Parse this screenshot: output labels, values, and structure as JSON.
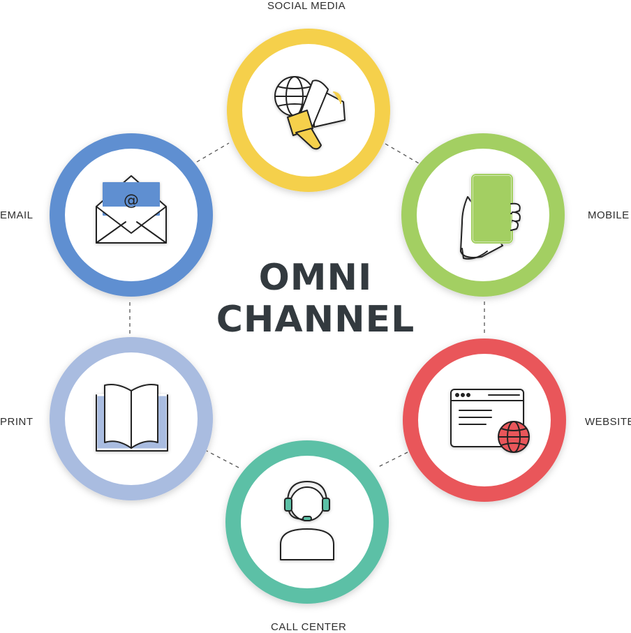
{
  "title": {
    "line1": "OMNI",
    "line2": "CHANNEL"
  },
  "nodes": [
    {
      "id": "social-media",
      "label": "SOCIAL MEDIA",
      "color": "#f5d04c",
      "icon": "megaphone-globe-icon"
    },
    {
      "id": "mobile",
      "label": "MOBILE",
      "color": "#a3cf62",
      "icon": "mobile-phone-icon"
    },
    {
      "id": "website",
      "label": "WEBSITE",
      "color": "#e9575a",
      "icon": "browser-globe-icon"
    },
    {
      "id": "call-center",
      "label": "CALL CENTER",
      "color": "#5cc0a6",
      "icon": "headset-agent-icon"
    },
    {
      "id": "print",
      "label": "PRINT",
      "color": "#a9bce0",
      "icon": "open-book-icon"
    },
    {
      "id": "email",
      "label": "EMAIL",
      "color": "#5f8fd1",
      "icon": "envelope-at-icon"
    }
  ],
  "colors": {
    "text": "#333a3f",
    "connector": "#555555"
  }
}
